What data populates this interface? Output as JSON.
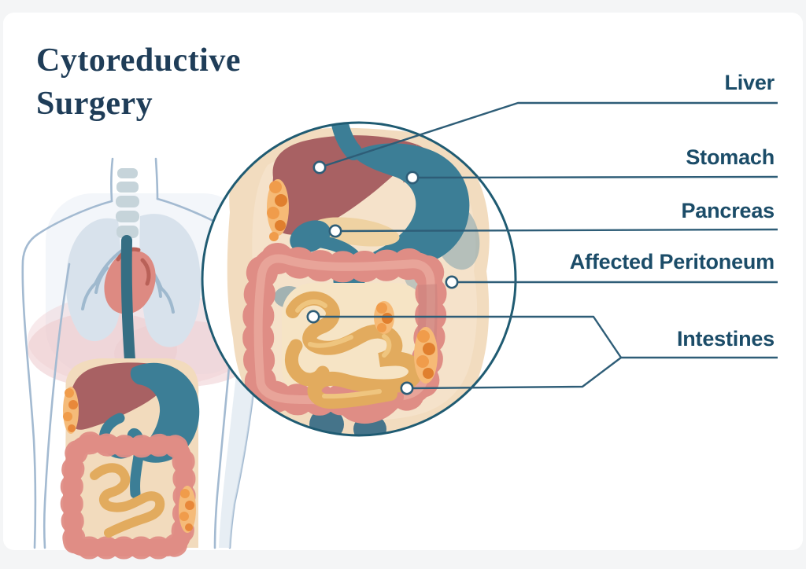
{
  "page": {
    "background": "#f4f5f6",
    "card_background": "#ffffff"
  },
  "title": {
    "line1": "Cytoreductive",
    "line2": "Surgery"
  },
  "labels": [
    {
      "id": "liver",
      "text": "Liver"
    },
    {
      "id": "stomach",
      "text": "Stomach"
    },
    {
      "id": "pancreas",
      "text": "Pancreas"
    },
    {
      "id": "affected_peritoneum",
      "text": "Affected Peritoneum"
    },
    {
      "id": "intestines",
      "text": "Intestines"
    }
  ],
  "palette": {
    "title_text": "#1f3d58",
    "label_text": "#1b4c68",
    "leader_line": "#2e5d77",
    "magnifier_ring": "#1f5b72",
    "liver": "#a86163",
    "stomach": "#3c7e96",
    "colon": "#df8d85",
    "small_intestine": "#e2ab5e",
    "peritoneum_nodules": "#f09c4b",
    "skin": "#f2dcbf",
    "lungs": "#d8e2ec",
    "heart": "#dd8a82",
    "body_outline": "#a3bad1"
  }
}
